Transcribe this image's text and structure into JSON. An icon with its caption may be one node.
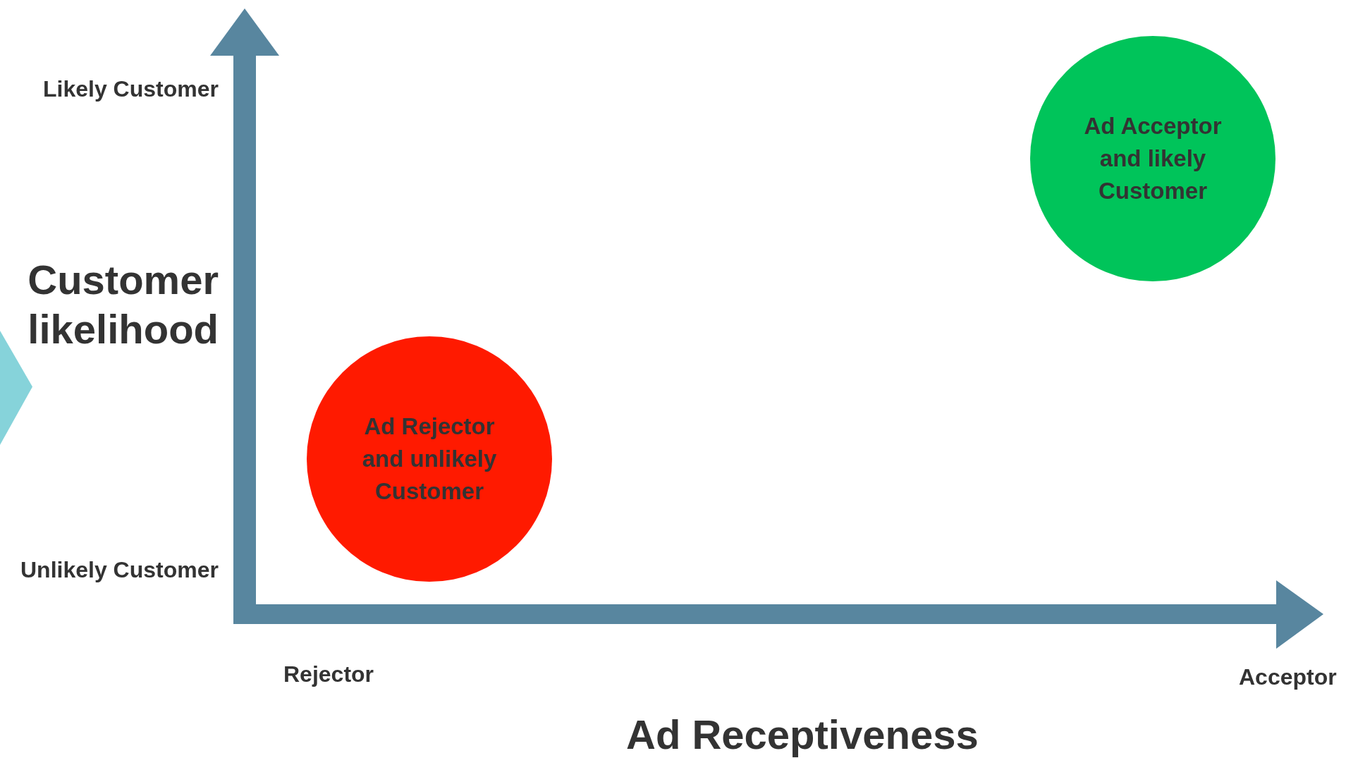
{
  "diagram": {
    "nodes": [
      {
        "text": [
          "Ad Acceptor and likely Customer"
        ]
      },
      {
        "text": [
          "Ad Rejector and unlikely Customer"
        ]
      },
      {
        "text": [],
        "shape": "chevron"
      }
    ],
    "labels": [
      "Likely Customer",
      "Customer likelihood",
      "Unlikely Customer",
      "Rejector",
      "Acceptor",
      "Ad Receptiveness"
    ]
  }
}
